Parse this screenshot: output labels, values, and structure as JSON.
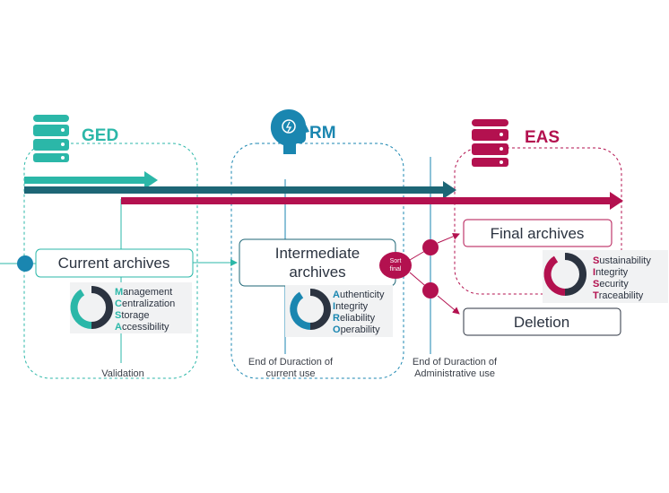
{
  "stages": {
    "ged": {
      "title": "GED",
      "icon": "database-icon",
      "color": "#2bb7a8"
    },
    "rm": {
      "title": "RM",
      "icon": "lightbulb-head-icon",
      "color": "#1a86b0"
    },
    "eas": {
      "title": "EAS",
      "icon": "database-icon",
      "color": "#b3114f"
    }
  },
  "boxes": {
    "current": "Current archives",
    "intermediate_line1": "Intermediate",
    "intermediate_line2": "archives",
    "final": "Final archives",
    "deletion": "Deletion"
  },
  "sort_final": {
    "line1": "Sort",
    "line2": "final"
  },
  "acronyms": {
    "mcsa": [
      {
        "letter": "M",
        "rest": "anagement"
      },
      {
        "letter": "C",
        "rest": "entralization"
      },
      {
        "letter": "S",
        "rest": "torage"
      },
      {
        "letter": "A",
        "rest": "ccessibility"
      }
    ],
    "airo": [
      {
        "letter": "A",
        "rest": "uthenticity"
      },
      {
        "letter": "I",
        "rest": "ntegrity"
      },
      {
        "letter": "R",
        "rest": "eliability"
      },
      {
        "letter": "O",
        "rest": "perability"
      }
    ],
    "sist": [
      {
        "letter": "S",
        "rest": "ustainability"
      },
      {
        "letter": "I",
        "rest": "ntegrity"
      },
      {
        "letter": "S",
        "rest": "ecurity"
      },
      {
        "letter": "T",
        "rest": "raceability"
      }
    ]
  },
  "labels": {
    "validation": "Validation",
    "end_current_line1": "End of Duraction of",
    "end_current_line2": "current use",
    "end_admin_line1": "End of Duraction of",
    "end_admin_line2": "Administrative use"
  },
  "colors": {
    "teal": "#2bb7a8",
    "dark_teal": "#1d6676",
    "blue": "#1a86b0",
    "crimson": "#b3114f",
    "navy": "#2b3340"
  }
}
